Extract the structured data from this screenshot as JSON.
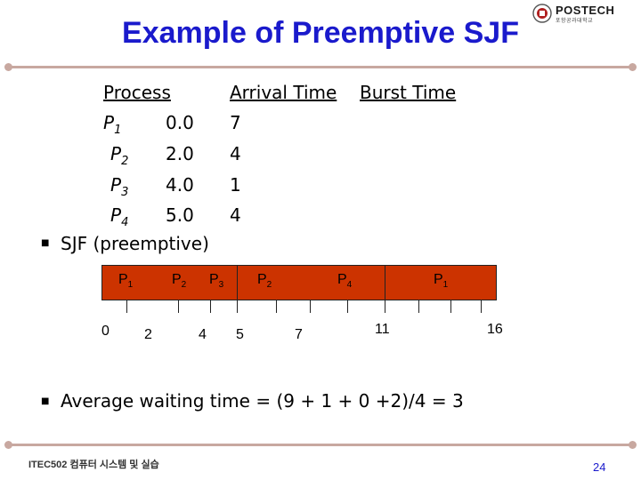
{
  "slide": {
    "title": "Example of Preemptive SJF",
    "logo_text": "POSTECH",
    "logo_sub": "포항공과대학교",
    "footer": "ITEC502 컴퓨터 시스템 및 실습",
    "page_number": "24",
    "accent_color": "#1a1acc",
    "rule_color": "#c8a8a0",
    "bar_color": "#cc3300"
  },
  "table": {
    "headers": {
      "process": "Process",
      "arrival": "Arrival Time",
      "burst": "Burst Time"
    },
    "rows": [
      {
        "p": "P",
        "sub": "1",
        "arrival": "0.0",
        "burst": "7"
      },
      {
        "p": "P",
        "sub": "2",
        "arrival": "2.0",
        "burst": "4"
      },
      {
        "p": "P",
        "sub": "3",
        "arrival": "4.0",
        "burst": "1"
      },
      {
        "p": "P",
        "sub": "4",
        "arrival": "5.0",
        "burst": "4"
      }
    ]
  },
  "bullets": {
    "sjf": "SJF (preemptive)",
    "average": "Average waiting time = (9 + 1 + 0 +2)/4 = 3"
  },
  "gantt": {
    "segments": [
      {
        "p": "P",
        "sub": "1"
      },
      {
        "p": "P",
        "sub": "2"
      },
      {
        "p": "P",
        "sub": "3"
      },
      {
        "p": "P",
        "sub": "2"
      },
      {
        "p": "P",
        "sub": "4"
      },
      {
        "p": "P",
        "sub": "1"
      }
    ],
    "times": [
      "0",
      "2",
      "4",
      "5",
      "7",
      "11",
      "16"
    ]
  }
}
